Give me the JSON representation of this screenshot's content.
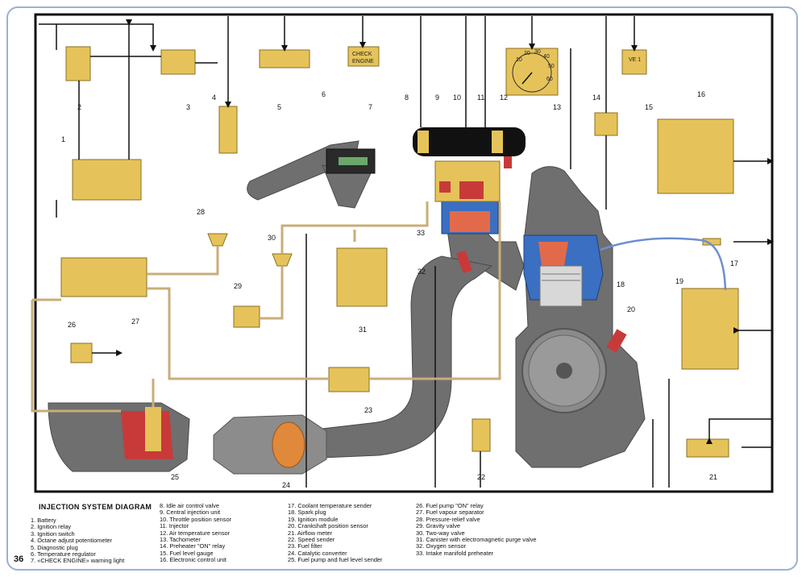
{
  "page_number": "36",
  "diagram": {
    "warning_plate_line1": "CHECK",
    "warning_plate_line2": "ENGINE",
    "tachometer_tick_labels": [
      "10",
      "20",
      "30",
      "40",
      "50",
      "60"
    ],
    "fuel_gauge_text": "VE 1",
    "component_numbers": [
      "1",
      "2",
      "3",
      "4",
      "5",
      "6",
      "7",
      "8",
      "9",
      "10",
      "11",
      "12",
      "13",
      "14",
      "15",
      "16",
      "17",
      "18",
      "19",
      "20",
      "21",
      "22",
      "23",
      "24",
      "25",
      "26",
      "27",
      "28",
      "29",
      "30",
      "31",
      "32",
      "33"
    ]
  },
  "legend": {
    "title": "INJECTION SYSTEM DIAGRAM",
    "col1": [
      "1. Battery",
      "2. Ignition relay",
      "3. Ignition switch",
      "4. Octane adjust potentiometer",
      "5. Diagnostic plug",
      "6. Temperature regulator",
      "7. «CHECK ENGINE» warning light"
    ],
    "col2": [
      "8. Idle air control valve",
      "9. Central injection unit",
      "10. Throttle position sensor",
      "11. Injector",
      "12. Air temperature sensor",
      "13. Tachometer",
      "14. Preheater \"ON\" relay",
      "15. Fuel level gauge",
      "16. Electronic control unit"
    ],
    "col3": [
      "17. Coolant temperature sender",
      "18. Spark plug",
      "19. Ignition module",
      "20. Crankshaft position sensor",
      "21. Airflow meter",
      "22. Speed sender",
      "23. Fuel filter",
      "24. Catalytic converter",
      "25. Fuel pump and fuel level sender"
    ],
    "col4": [
      "26. Fuel pump \"ON\" relay",
      "27. Fuel vapour separator",
      "28. Pressure-relief valve",
      "29. Gravity valve",
      "30. Two-way valve",
      "31. Canister with electromagnetic purge valve",
      "32. Oxygen sensor",
      "33. Intake manifold preheater"
    ]
  },
  "colors": {
    "component_yellow": "#e6c35a",
    "engine_gray": "#6f6f6f",
    "fuel_line_tan": "#c9ad7a",
    "wire_black": "#111111",
    "sensor_red": "#c83a3a",
    "cylinder_blue": "#3a6fc2",
    "hose_blue": "#6d8fd0",
    "frame_blue": "#9cb0d4"
  }
}
